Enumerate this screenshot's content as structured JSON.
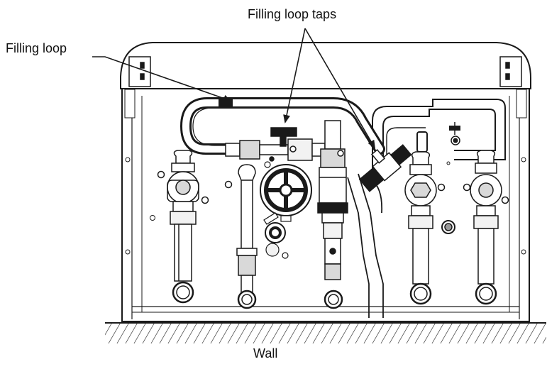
{
  "labels": {
    "filling_loop": "Filling loop",
    "filling_loop_taps": "Filling loop taps",
    "wall": "Wall"
  },
  "colors": {
    "line": "#1a1a1a",
    "fill_light": "#f2f2f2",
    "fill_mid": "#d9d9d9",
    "fill_dark": "#9a9a9a",
    "background": "#ffffff"
  },
  "icons": {
    "arrow": "arrow-pointer-icon",
    "hatch": "wall-hatch-icon"
  }
}
